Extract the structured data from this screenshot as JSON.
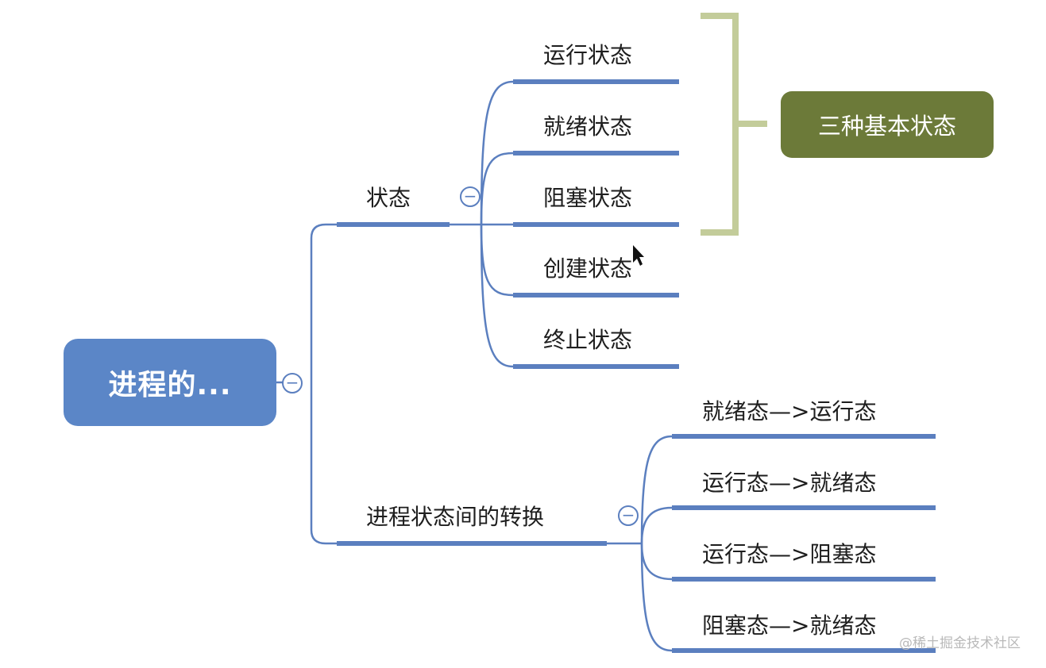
{
  "root": {
    "label": "进程的..."
  },
  "branches": [
    {
      "label": "状态",
      "children": [
        "运行状态",
        "就绪状态",
        "阻塞状态",
        "创建状态",
        "终止状态"
      ]
    },
    {
      "label": "进程状态间的转换",
      "children": [
        "就绪态—>运行态",
        "运行态—>就绪态",
        "运行态—>阻塞态",
        "阻塞态—>就绪态"
      ]
    }
  ],
  "summary": {
    "label": "三种基本状态"
  },
  "collapse_symbol": "−",
  "watermark": "@稀土掘金技术社区",
  "colors": {
    "node_fill": "#5b86c7",
    "connector": "#5b7fbf",
    "underline": "#5b7fbf",
    "bracket": "#c3cc9a",
    "summary_fill": "#6c7a39"
  }
}
